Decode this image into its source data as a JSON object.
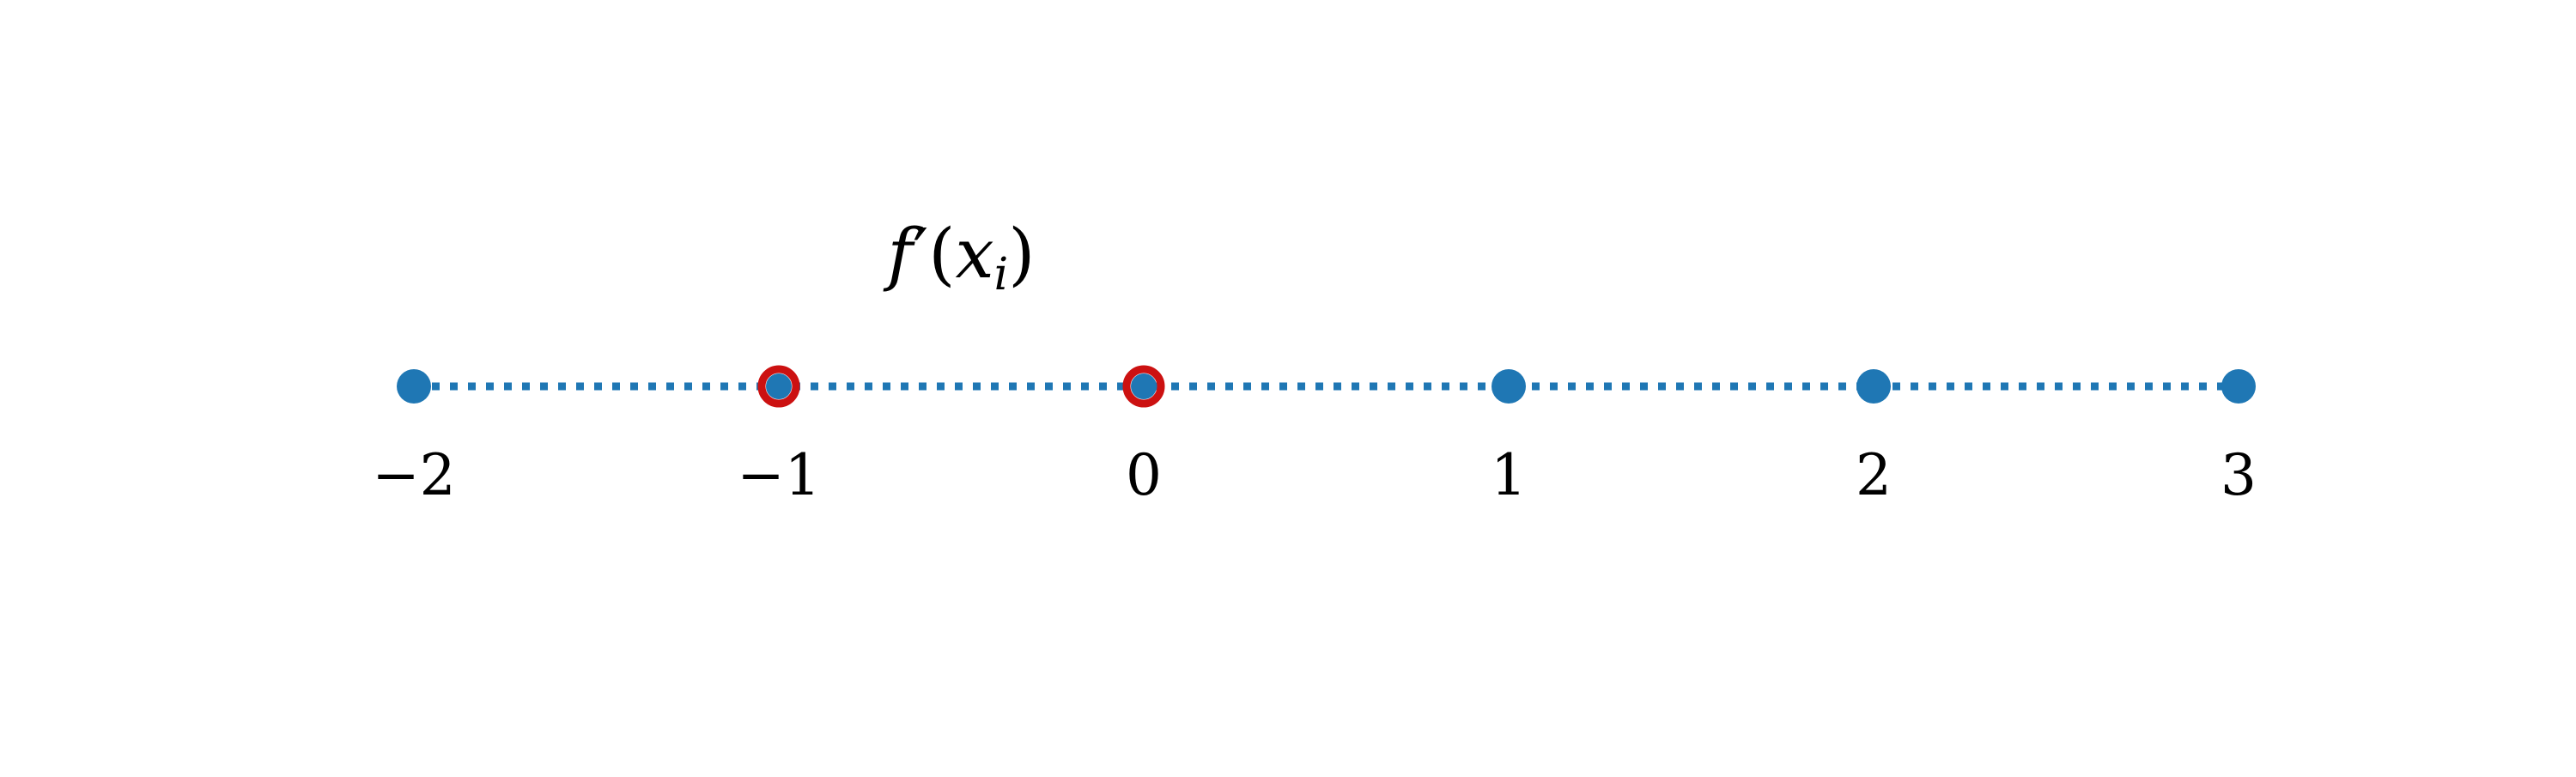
{
  "chart_data": {
    "type": "scatter",
    "title": "",
    "xlabel": "",
    "ylabel": "",
    "xlim": [
      -2,
      3
    ],
    "grid": false,
    "points": [
      {
        "x": -2,
        "highlighted": false
      },
      {
        "x": -1,
        "highlighted": true
      },
      {
        "x": 0,
        "highlighted": true
      },
      {
        "x": 1,
        "highlighted": false
      },
      {
        "x": 2,
        "highlighted": false
      },
      {
        "x": 3,
        "highlighted": false
      }
    ],
    "tick_labels": [
      "−2",
      "−1",
      "0",
      "1",
      "2",
      "3"
    ],
    "annotation": {
      "f": "f",
      "prime": "′",
      "open": "(",
      "x": "x",
      "sub": "i",
      "close": ")",
      "anchor_x": [
        -1,
        0
      ]
    },
    "line_style": "dotted"
  },
  "colors": {
    "point": "#1f77b4",
    "line": "#1f77b4",
    "highlight_ring": "#cc1111",
    "text": "#000000"
  }
}
